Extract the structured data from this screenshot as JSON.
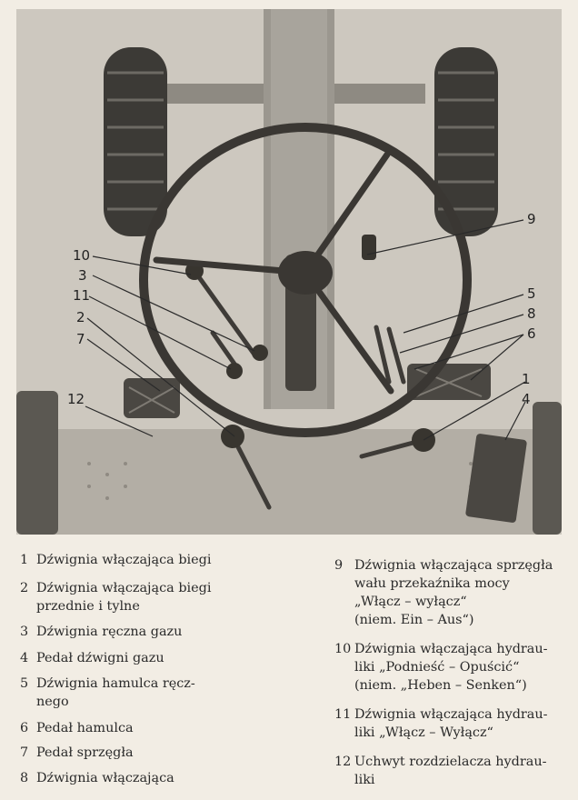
{
  "callouts": [
    "10",
    "3",
    "11",
    "2",
    "7",
    "12",
    "9",
    "5",
    "8",
    "6",
    "1",
    "4"
  ],
  "legend_left": [
    {
      "num": "1",
      "text": "Dźwignia włączająca biegi"
    },
    {
      "num": "2",
      "text": "Dźwignia włączająca biegi\nprzednie i tylne"
    },
    {
      "num": "3",
      "text": "Dźwignia ręczna gazu"
    },
    {
      "num": "4",
      "text": "Pedał dźwigni gazu"
    },
    {
      "num": "5",
      "text": "Dźwignia hamulca ręcz-\nnego"
    },
    {
      "num": "6",
      "text": "Pedał hamulca"
    },
    {
      "num": "7",
      "text": "Pedał sprzęgła"
    },
    {
      "num": "8",
      "text": "Dźwignia włączająca"
    }
  ],
  "legend_right": [
    {
      "num": "9",
      "text": "Dźwignia włączająca sprzęgła\nwału przekaźnika mocy\n„Włącz – wyłącz“\n(niem. Ein – Aus“)"
    },
    {
      "num": "10",
      "text": "Dźwignia włączająca hydrau-\nliki „Podnieść – Opuścić“\n(niem. „Heben – Senken“)"
    },
    {
      "num": "11",
      "text": "Dźwignia włączająca hydrau-\nliki „Włącz – Wyłącz“"
    },
    {
      "num": "12",
      "text": "Uchwyt rozdzielacza hydrau-\nliki"
    }
  ]
}
